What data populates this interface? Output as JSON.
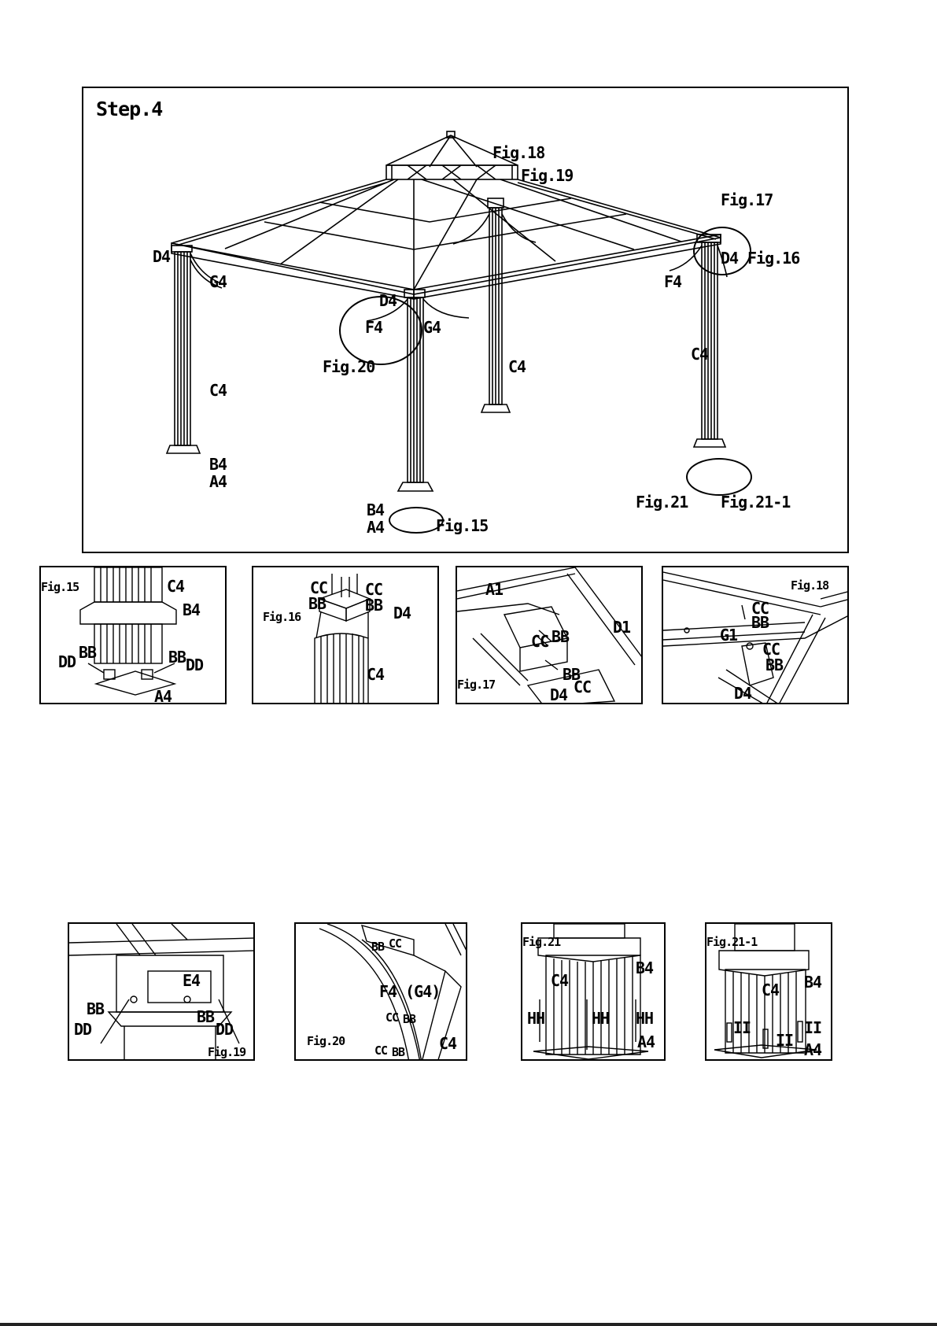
{
  "main": {
    "step": "Step.4",
    "labels": {
      "fig18": "Fig.18",
      "fig19": "Fig.19",
      "fig17": "Fig.17",
      "fig16": "Fig.16",
      "fig20": "Fig.20",
      "fig15": "Fig.15",
      "fig21": "Fig.21",
      "fig211": "Fig.21-1",
      "d4_left": "D4",
      "d4_right": "D4",
      "d4_center": "D4",
      "g4_left": "G4",
      "g4_center": "G4",
      "f4_center": "F4",
      "f4_right": "F4",
      "c4_left": "C4",
      "c4_center": "C4",
      "c4_right": "C4",
      "b4_left": "B4",
      "a4_left": "A4",
      "b4_center": "B4",
      "a4_center": "A4"
    }
  },
  "fig15": {
    "title": "Fig.15",
    "c4": "C4",
    "b4": "B4",
    "dd_l": "DD",
    "bb_l": "BB",
    "bb_r": "BB",
    "dd_r": "DD",
    "a4": "A4"
  },
  "fig16": {
    "title": "Fig.16",
    "cc_l": "CC",
    "bb_l": "BB",
    "cc_r": "CC",
    "bb_r": "BB",
    "d4": "D4",
    "c4": "C4"
  },
  "fig17": {
    "title": "Fig.17",
    "a1": "A1",
    "d1": "D1",
    "cc1": "CC",
    "bb1": "BB",
    "bb2": "BB",
    "cc2": "CC",
    "d4": "D4"
  },
  "fig18": {
    "title": "Fig.18",
    "cc1": "CC",
    "bb1": "BB",
    "g1": "G1",
    "cc2": "CC",
    "bb2": "BB",
    "d4": "D4"
  },
  "fig19": {
    "title": "Fig.19",
    "e4": "E4",
    "bb_l": "BB",
    "dd_l": "DD",
    "bb_r": "BB",
    "dd_r": "DD"
  },
  "fig20": {
    "title": "Fig.20",
    "bb1": "BB",
    "cc1": "CC",
    "f4g4": "F4 (G4)",
    "cc2": "CC",
    "bb2": "BB",
    "cc3": "CC",
    "bb3": "BB",
    "c4": "C4"
  },
  "fig21": {
    "title": "Fig.21",
    "b4": "B4",
    "c4": "C4",
    "hh1": "HH",
    "hh2": "HH",
    "hh3": "HH",
    "a4": "A4"
  },
  "fig211": {
    "title": "Fig.21-1",
    "c4": "C4",
    "b4": "B4",
    "ii1": "II",
    "ii2": "II",
    "ii3": "II",
    "a4": "A4"
  }
}
